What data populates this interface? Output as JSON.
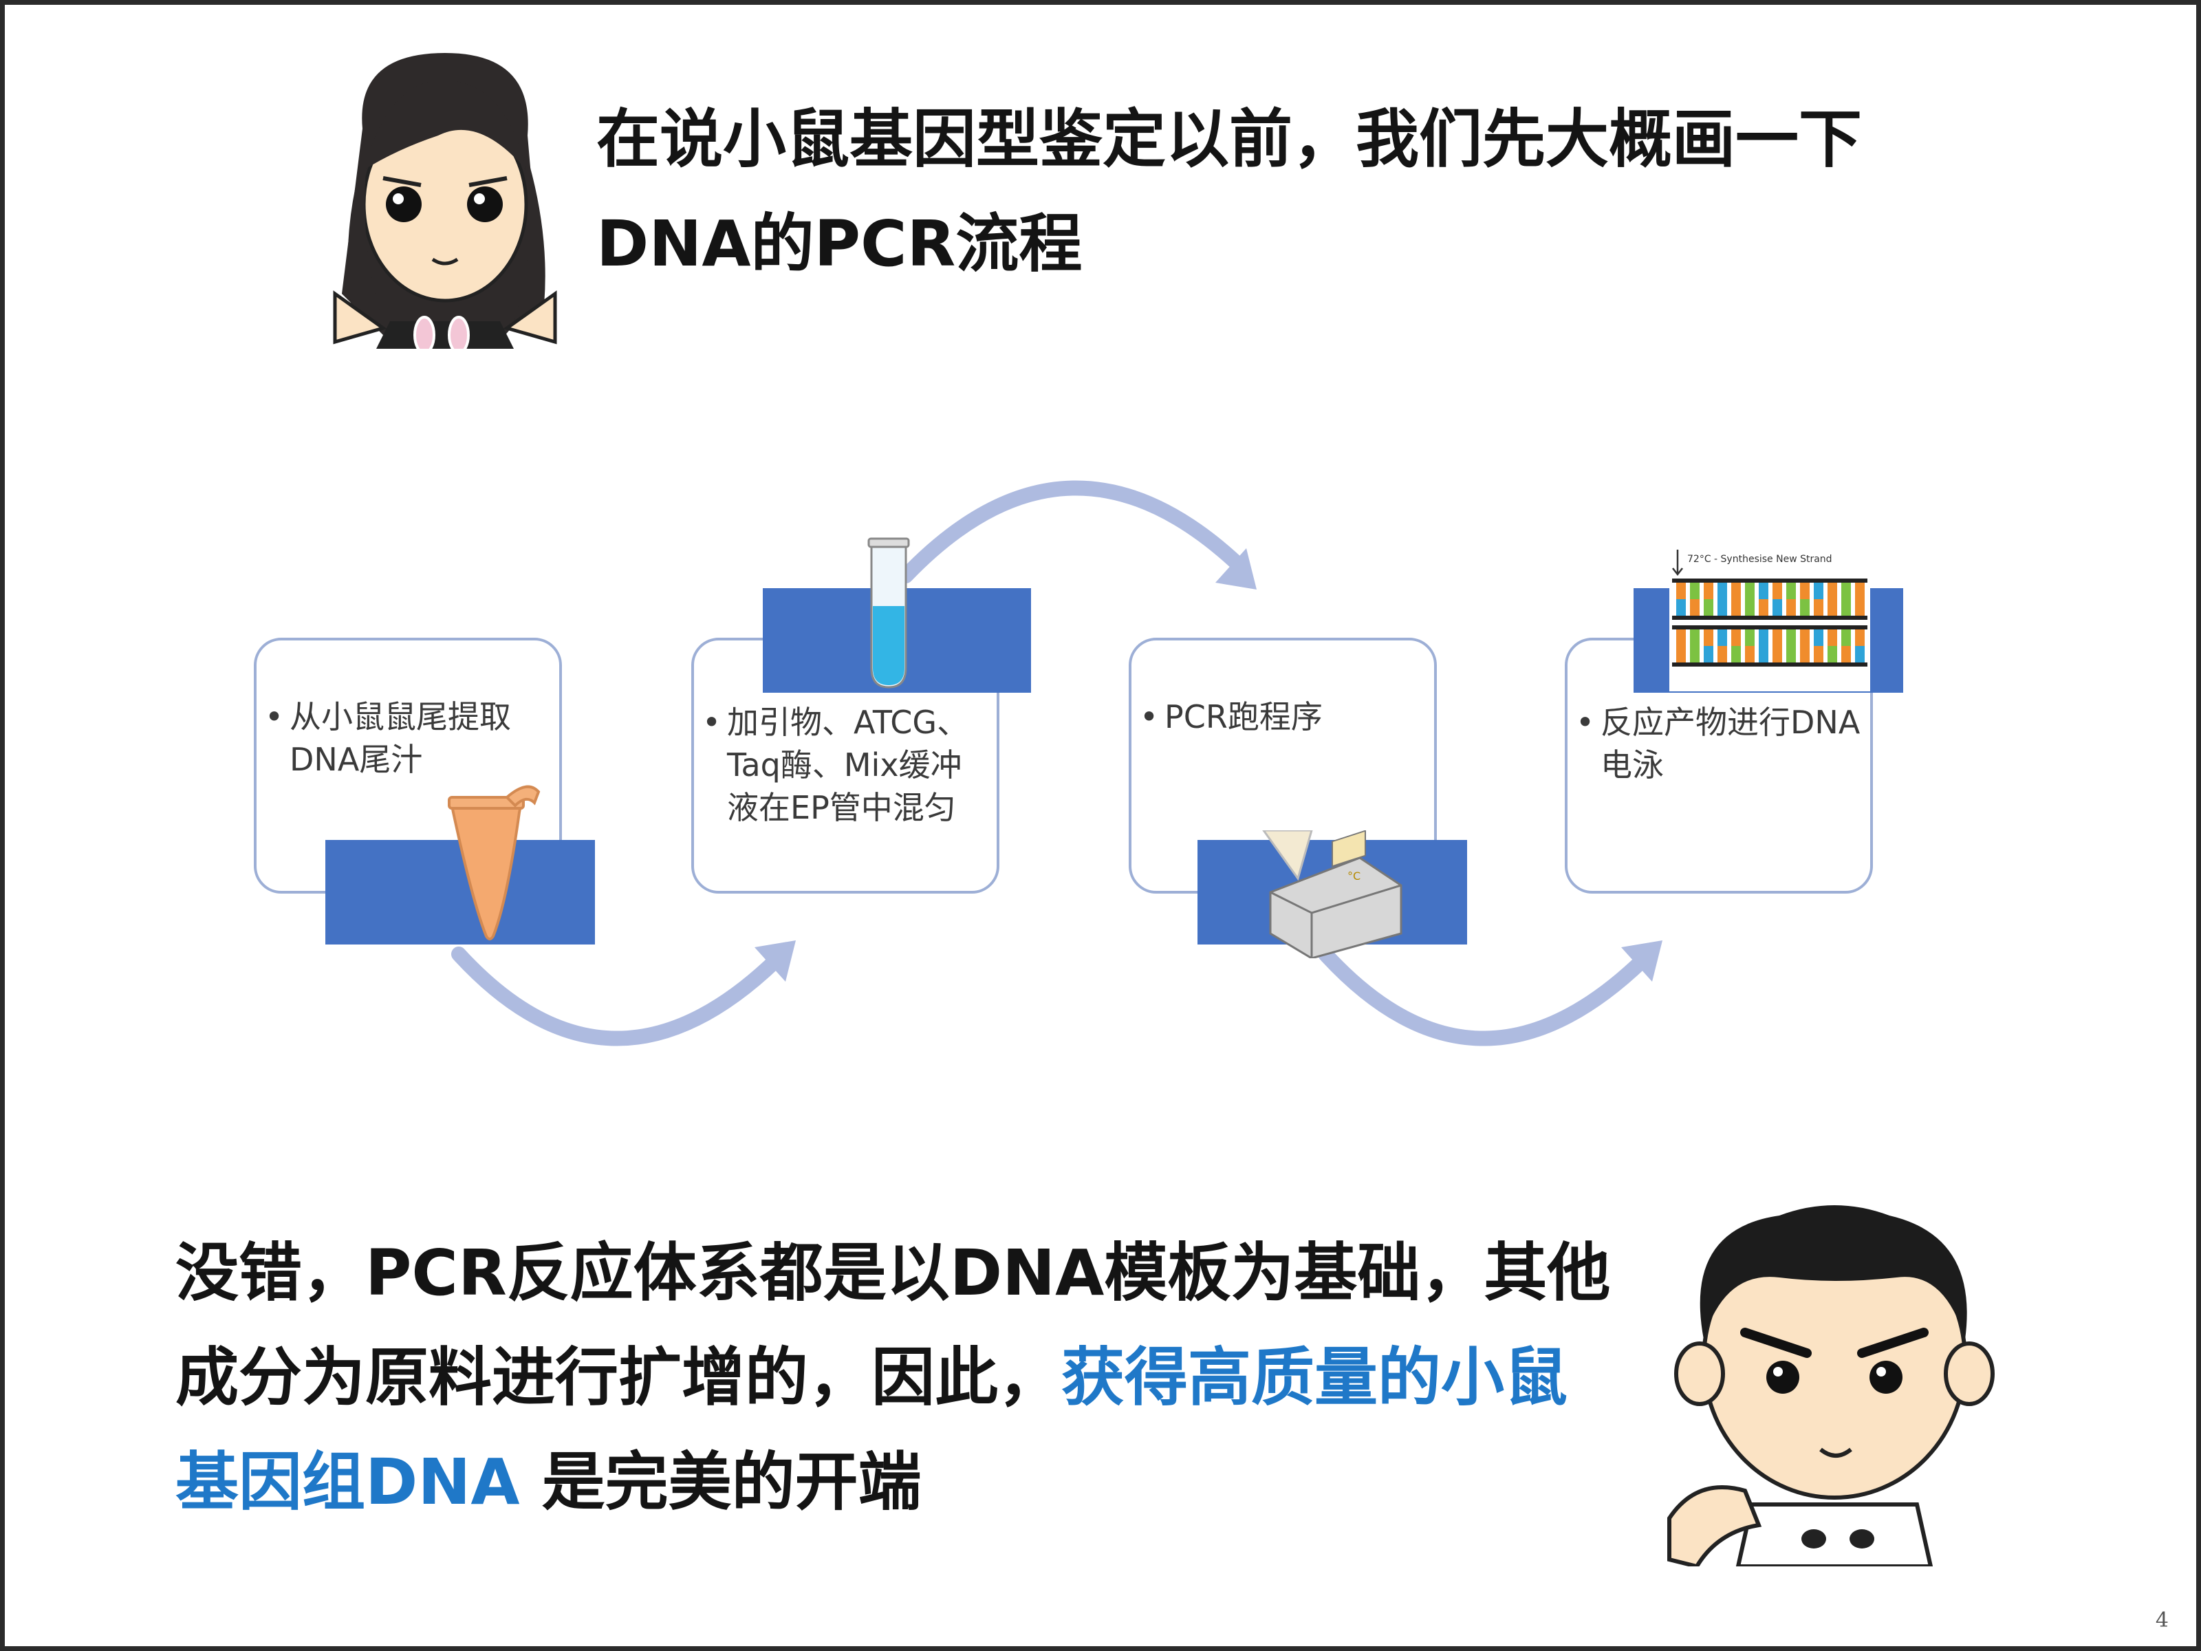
{
  "slide": {
    "top_message": "在说小鼠基因型鉴定以前，我们先大概画一下DNA的PCR流程",
    "bottom_message": {
      "part1": "没错，PCR反应体系都是以DNA模板为基础，其他成分为原料进行扩增的，因此，",
      "highlight": "获得高质量的小鼠基因组DNA",
      "part2": " 是完美的开端"
    },
    "page_number": "4",
    "colors": {
      "highlight": "#1f78c8",
      "bar": "#4472c4",
      "card_border": "#9dafd6",
      "arrow": "#aebbe0"
    }
  },
  "steps": [
    {
      "text": "从小鼠鼠尾提取DNA尾汁",
      "icon": "ep-tube-icon"
    },
    {
      "text": "加引物、ATCG、Taq酶、Mix缓冲液在EP管中混匀",
      "icon": "test-tube-icon"
    },
    {
      "text": "PCR跑程序",
      "icon": "pcr-machine-icon"
    },
    {
      "text": "反应产物进行DNA电泳",
      "icon": "dna-strand-icon"
    }
  ],
  "dna_image": {
    "caption": "72°C - Synthesise New Strand"
  },
  "pcr_image": {
    "display": "°C"
  }
}
